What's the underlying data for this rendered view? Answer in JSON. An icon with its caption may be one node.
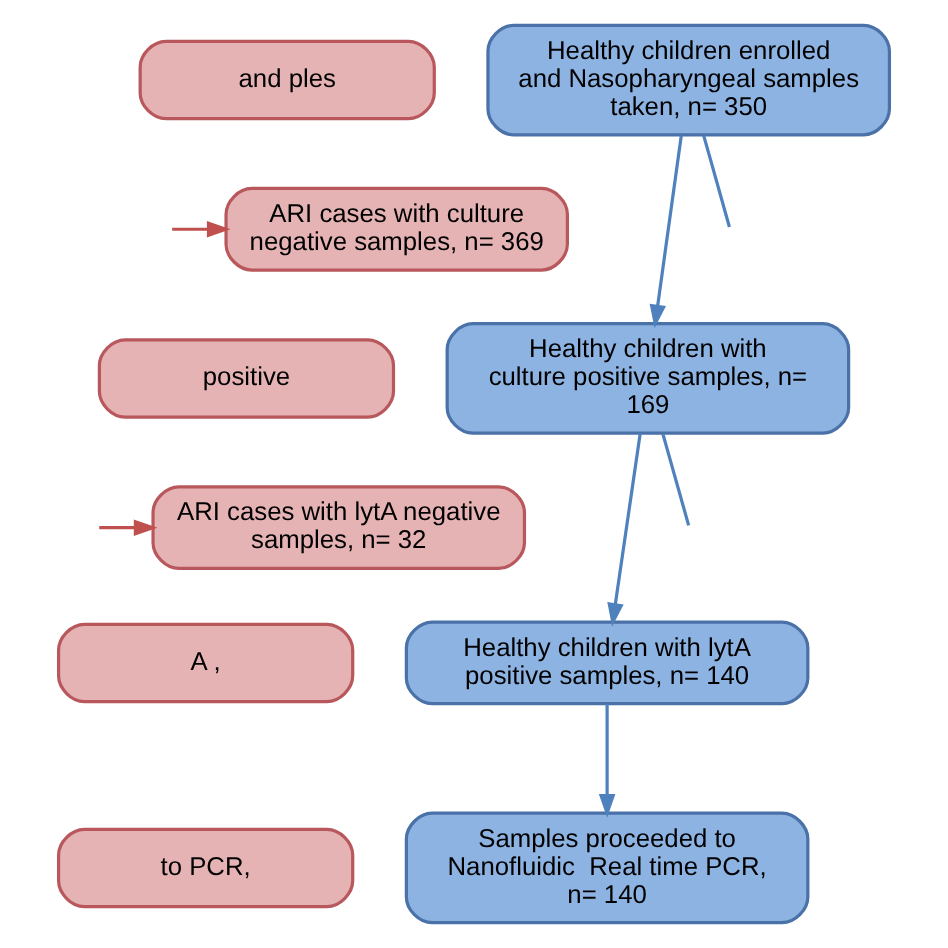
{
  "diagram": {
    "nodes": [
      {
        "text": [
          "and ples"
        ]
      },
      {
        "text": [
          "ARI cases with culture negative samples, n= 369"
        ]
      },
      {
        "text": [
          "positive"
        ]
      },
      {
        "text": [
          "ARI cases with lytA negative samples, n= 32"
        ]
      },
      {
        "text": [
          "A ,"
        ]
      },
      {
        "text": [
          "to PCR,"
        ]
      },
      {
        "text": [
          "Healthy children enrolled and Nasopharyngeal samples taken, n= 350"
        ]
      },
      {
        "text": [
          "Healthy children with culture positive samples, n= 169"
        ]
      },
      {
        "text": [
          "Healthy children with lytA positive samples, n= 140"
        ]
      },
      {
        "text": [
          "Samples proceeded to Nanofluidic  Real time PCR, n= 140"
        ]
      }
    ],
    "edges": [
      {
        "from": null,
        "to": 1,
        "arrow": "to",
        "color": "#c0504d"
      },
      {
        "from": null,
        "to": 3,
        "arrow": "to",
        "color": "#c0504d"
      },
      {
        "from": 6,
        "to": 7,
        "arrow": "to"
      },
      {
        "from": 6,
        "to": null,
        "arrow": "none"
      },
      {
        "from": 7,
        "to": 8,
        "arrow": "to"
      },
      {
        "from": 7,
        "to": null,
        "arrow": "none"
      },
      {
        "from": 8,
        "to": 9,
        "arrow": "to"
      }
    ]
  }
}
